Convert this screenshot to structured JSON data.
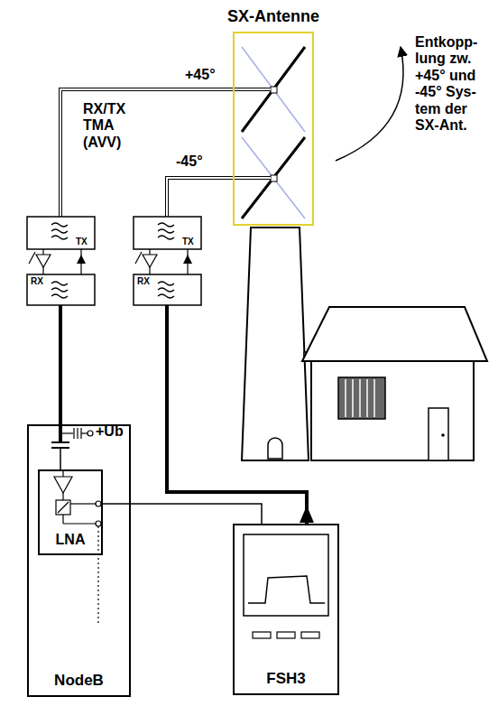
{
  "diagram": {
    "nodes": [
      {
        "text": [
          "SX-Antenne"
        ]
      },
      {
        "text": [
          "NodeB"
        ]
      },
      {
        "text": [
          "LNA"
        ],
        "in": 1
      },
      {
        "text": [
          "FSH3"
        ]
      }
    ],
    "edges": [
      {
        "from": 0,
        "to": 1,
        "arrow": "none"
      },
      {
        "from": 0,
        "to": 3,
        "arrow": "to"
      },
      {
        "from": 2,
        "to": 3,
        "arrow": "none"
      }
    ],
    "labels": [
      "+45°",
      "-45°",
      "RX/TX TMA (AVV)",
      "Entkopp- lung zw. +45° und -45° Sys- tem der SX-Ant.",
      "TX",
      "RX",
      "TX",
      "RX",
      "+Ub"
    ]
  }
}
